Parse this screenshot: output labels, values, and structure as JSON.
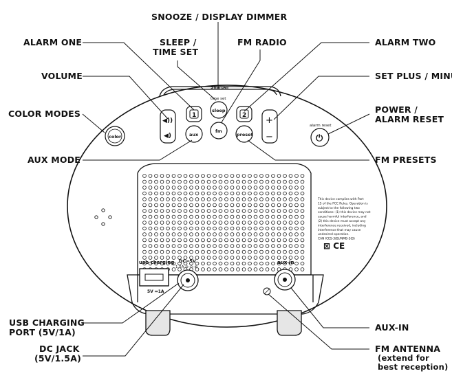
{
  "labels": {
    "snooze": "SNOOZE / DISPLAY DIMMER",
    "alarm_one": "ALARM ONE",
    "sleep_time_set_1": "SLEEP /",
    "sleep_time_set_2": "TIME SET",
    "fm_radio": "FM RADIO",
    "alarm_two": "ALARM TWO",
    "volume": "VOLUME",
    "set_plus_minus": "SET PLUS / MINUS",
    "color_modes": "COLOR MODES",
    "power_1": "POWER /",
    "power_2": "ALARM RESET",
    "aux_mode": "AUX MODE",
    "fm_presets": "FM PRESETS",
    "usb_charging_1": "USB CHARGING",
    "usb_charging_2": "PORT (5V/1A)",
    "aux_in": "AUX-IN",
    "dc_jack_1": "DC JACK",
    "dc_jack_2": "(5V/1.5A)",
    "fm_antenna_1": "FM ANTENNA",
    "fm_antenna_2": "(extend for",
    "fm_antenna_3": "best reception)"
  },
  "buttons": {
    "sleep": "sleep",
    "time_set": "time set",
    "fm": "fm",
    "aux": "aux",
    "preset": "preset",
    "color": "color",
    "alarm_reset": "alarm reset",
    "alarm_one_digit": "1",
    "alarm_two_digit": "2",
    "plus": "+",
    "minus": "−"
  },
  "ports": {
    "usb_label": "usb charging",
    "usb_rating": "5V ⎓1A",
    "dc_label": "DC⎓5V",
    "dc_rating": "1.5A ⊖-⊙-⊕",
    "aux_in_label": "aux-in"
  },
  "regulatory": {
    "lines": [
      "This device complies with Part",
      "15 of the FCC Rules. Operation is",
      "subject to the following two",
      "conditions: (1) this device may not",
      "cause harmful interference, and",
      "(2) this device must accept any",
      "interference received, including",
      "interference that may cause",
      "undesired operation.",
      "CAN ICES-3(B)/NMB-3(B)"
    ],
    "marks": "⊠  CE"
  },
  "brand": "Sharper"
}
